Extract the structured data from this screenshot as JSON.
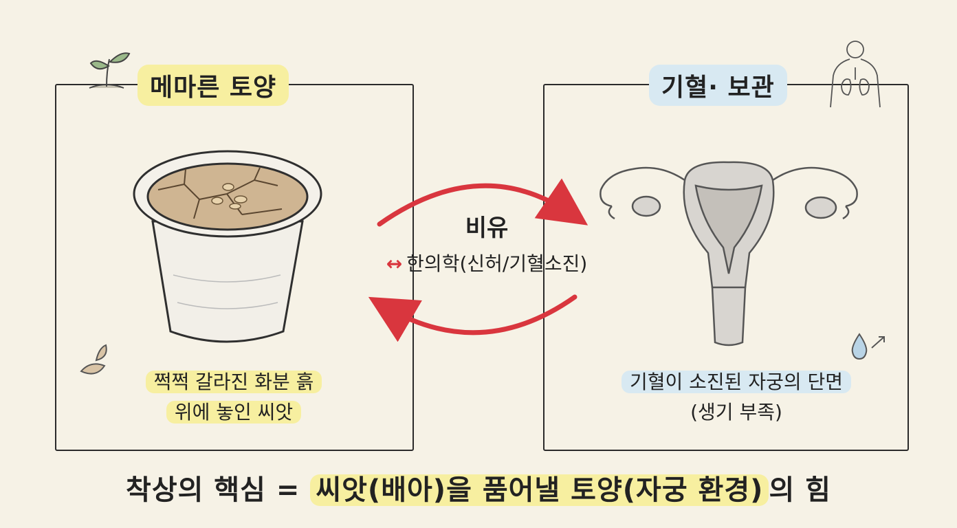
{
  "left_panel": {
    "title": "메마른 토양",
    "caption_line1": "쩍쩍 갈라진 화분 흙",
    "caption_line2": "위에 놓인 씨앗",
    "icons": [
      "sprout-icon",
      "leaf-icon"
    ]
  },
  "right_panel": {
    "title": "기혈· 보관",
    "caption_line1": "기혈이 소진된 자궁의 단면",
    "caption_line2": "(생기 부족)",
    "icons": [
      "human-body-icon",
      "water-drop-icon"
    ]
  },
  "center": {
    "main_label": "비유",
    "sub_arrow": "↔",
    "sub_label": "한의학(신허/기혈소진)"
  },
  "bottom": {
    "prefix": "착상의 핵심 = ",
    "highlight": "씨앗(배아)을 품어낼 토양(자궁 환경)",
    "suffix": "의 힘"
  },
  "colors": {
    "background": "#f6f2e6",
    "highlight_yellow": "#f7efa0",
    "highlight_blue": "#d8e9f2",
    "arrow_red": "#d9363e"
  }
}
